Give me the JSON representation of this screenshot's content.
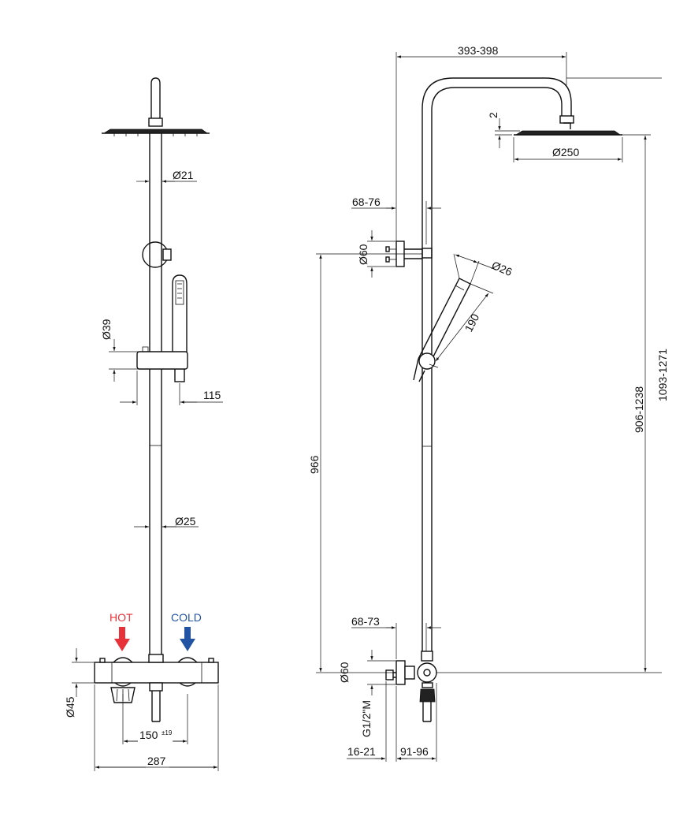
{
  "front_view": {
    "labels": {
      "head_arm_diameter": "Ø21",
      "handset_diameter": "Ø39",
      "holder_offset": "115",
      "riser_diameter": "Ø25",
      "hot": "HOT",
      "cold": "COLD",
      "valve_diameter": "Ø45",
      "inlet_spacing": "150",
      "inlet_tolerance": "±19",
      "overall_width": "287"
    },
    "colors": {
      "hot": "#e8323a",
      "cold": "#2354a3"
    }
  },
  "side_view": {
    "labels": {
      "arm_reach": "393-398",
      "head_gap": "2",
      "head_diameter": "Ø250",
      "wall_bracket_offset": "68-76",
      "bracket_diameter": "Ø60",
      "handset_diameter": "Ø26",
      "handset_length": "190",
      "riser_height": "966",
      "head_height": "906-1238",
      "total_height_partial": "1093-1271",
      "valve_offset": "68-73",
      "escutcheon_diameter": "Ø60",
      "thread": "G1/2\"M",
      "thread_length": "16-21",
      "valve_depth": "91-96"
    }
  }
}
